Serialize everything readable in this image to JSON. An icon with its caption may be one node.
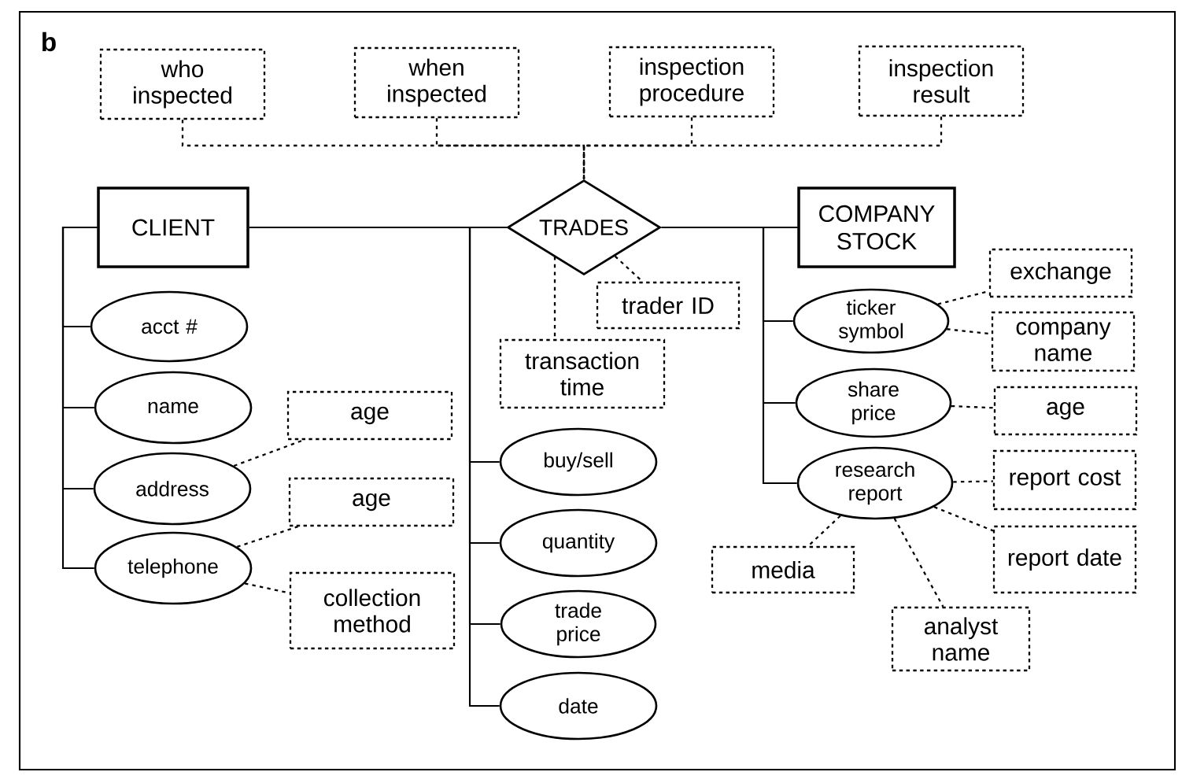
{
  "diagram": {
    "nodes": [
      {
        "text": [
          "who inspected"
        ]
      },
      {
        "text": [
          "when inspected"
        ]
      },
      {
        "text": [
          "inspection procedure"
        ]
      },
      {
        "text": [
          "inspection result"
        ]
      },
      {
        "text": [
          "CLIENT"
        ]
      },
      {
        "text": [
          "TRADES"
        ]
      },
      {
        "text": [
          "COMPANY STOCK"
        ]
      },
      {
        "text": [
          "exchange"
        ]
      },
      {
        "text": [
          "trader ID"
        ]
      },
      {
        "text": [
          "acct #"
        ]
      },
      {
        "text": [
          "ticker symbol"
        ]
      },
      {
        "text": [
          "company name"
        ]
      },
      {
        "text": [
          "transaction time"
        ]
      },
      {
        "text": [
          "name"
        ]
      },
      {
        "text": [
          "share price"
        ]
      },
      {
        "text": [
          "age"
        ]
      },
      {
        "text": [
          "age"
        ]
      },
      {
        "text": [
          "buy/sell"
        ]
      },
      {
        "text": [
          "address"
        ]
      },
      {
        "text": [
          "report cost"
        ]
      },
      {
        "text": [
          "research report"
        ]
      },
      {
        "text": [
          "age"
        ]
      },
      {
        "text": [
          "quantity"
        ]
      },
      {
        "text": [
          "report date"
        ]
      },
      {
        "text": [
          "media"
        ]
      },
      {
        "text": [
          "telephone"
        ]
      },
      {
        "text": [
          "collection method"
        ]
      },
      {
        "text": [
          "trade price"
        ]
      },
      {
        "text": [
          "analyst name"
        ]
      },
      {
        "text": [
          "date"
        ]
      }
    ],
    "edges": [
      {
        "from": 0,
        "to": 5,
        "arrow": "none",
        "style": "dashed"
      },
      {
        "from": 1,
        "to": 5,
        "arrow": "none",
        "style": "dashed"
      },
      {
        "from": 2,
        "to": 5,
        "arrow": "none",
        "style": "dashed"
      },
      {
        "from": 3,
        "to": 5,
        "arrow": "none",
        "style": "dashed"
      },
      {
        "from": 4,
        "to": 5,
        "arrow": "none"
      },
      {
        "from": 5,
        "to": 6,
        "arrow": "none"
      },
      {
        "from": 4,
        "to": 9,
        "arrow": "none"
      },
      {
        "from": 4,
        "to": 13,
        "arrow": "none"
      },
      {
        "from": 4,
        "to": 18,
        "arrow": "none"
      },
      {
        "from": 4,
        "to": 25,
        "arrow": "none"
      },
      {
        "from": 5,
        "to": 17,
        "arrow": "none"
      },
      {
        "from": 5,
        "to": 22,
        "arrow": "none"
      },
      {
        "from": 5,
        "to": 27,
        "arrow": "none"
      },
      {
        "from": 5,
        "to": 29,
        "arrow": "none"
      },
      {
        "from": 6,
        "to": 10,
        "arrow": "none"
      },
      {
        "from": 6,
        "to": 14,
        "arrow": "none"
      },
      {
        "from": 6,
        "to": 20,
        "arrow": "none"
      },
      {
        "from": 5,
        "to": 8,
        "arrow": "none",
        "style": "dashed"
      },
      {
        "from": 5,
        "to": 12,
        "arrow": "none",
        "style": "dashed"
      },
      {
        "from": 10,
        "to": 7,
        "arrow": "none",
        "style": "dashed"
      },
      {
        "from": 10,
        "to": 11,
        "arrow": "none",
        "style": "dashed"
      },
      {
        "from": 18,
        "to": 15,
        "arrow": "none",
        "style": "dashed"
      },
      {
        "from": 25,
        "to": 21,
        "arrow": "none",
        "style": "dashed"
      },
      {
        "from": 25,
        "to": 26,
        "arrow": "none",
        "style": "dashed"
      },
      {
        "from": 14,
        "to": 16,
        "arrow": "none",
        "style": "dashed"
      },
      {
        "from": 20,
        "to": 19,
        "arrow": "none",
        "style": "dashed"
      },
      {
        "from": 20,
        "to": 23,
        "arrow": "none",
        "style": "dashed"
      },
      {
        "from": 20,
        "to": 24,
        "arrow": "none",
        "style": "dashed"
      },
      {
        "from": 20,
        "to": 28,
        "arrow": "none",
        "style": "dashed"
      }
    ],
    "labels": [
      "b"
    ]
  }
}
